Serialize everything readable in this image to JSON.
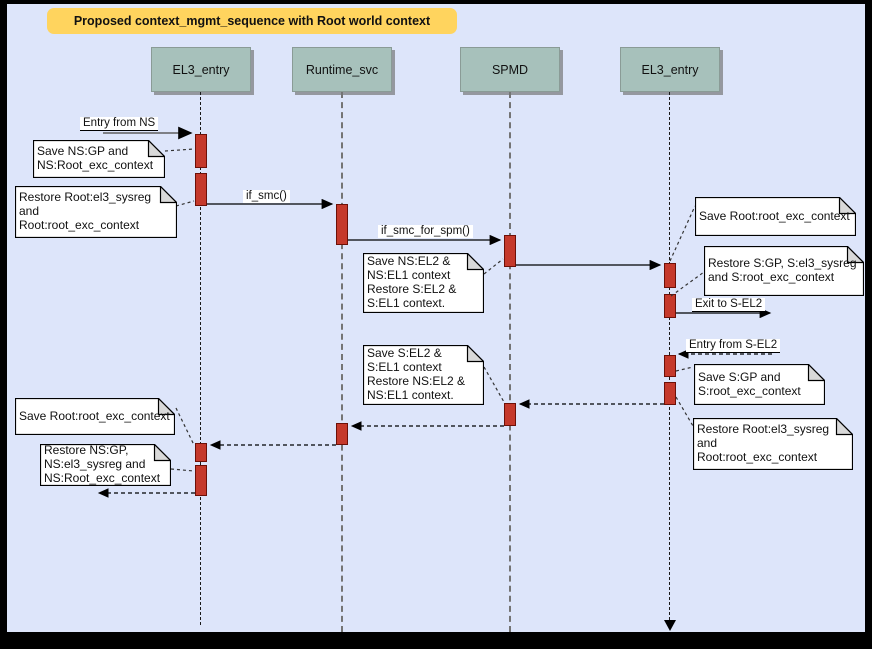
{
  "title": "Proposed context_mgmt_sequence with Root world context",
  "actors": [
    {
      "name": "EL3_entry"
    },
    {
      "name": "Runtime_svc"
    },
    {
      "name": "SPMD"
    },
    {
      "name": "EL3_entry"
    }
  ],
  "messages": {
    "entry_from_ns": "Entry from NS",
    "if_smc": "if_smc()",
    "if_smc_for_spm": "if_smc_for_spm()",
    "exit_to_sel2": "Exit to S-EL2",
    "entry_from_sel2": "Entry from S-EL2"
  },
  "notes": [
    {
      "id": "save-ns-gp",
      "text": "Save NS:GP and\nNS:Root_exc_context"
    },
    {
      "id": "restore-root-sysreg-left",
      "text": "Restore Root:el3_sysreg\nand\nRoot:root_exc_context"
    },
    {
      "id": "save-ns-el2",
      "text": "Save NS:EL2 &\nNS:EL1 context\nRestore S:EL2 &\nS:EL1 context."
    },
    {
      "id": "save-root-exc-right",
      "text": "Save Root:root_exc_context"
    },
    {
      "id": "restore-s-gp",
      "text": "Restore S:GP, S:el3_sysreg\nand S:root_exc_context"
    },
    {
      "id": "save-s-gp",
      "text": "Save S:GP and\nS:root_exc_context"
    },
    {
      "id": "restore-root-sysreg-right",
      "text": "Restore Root:el3_sysreg\nand\nRoot:root_exc_context"
    },
    {
      "id": "save-s-el2",
      "text": "Save S:EL2 &\nS:EL1 context\nRestore NS:EL2 &\nNS:EL1 context."
    },
    {
      "id": "save-root-exc-left",
      "text": "Save Root:root_exc_context"
    },
    {
      "id": "restore-ns-gp",
      "text": "Restore NS:GP,\nNS:el3_sysreg and\nNS:Root_exc_context"
    }
  ],
  "colors": {
    "background": "#dde5fa",
    "frame": "#000000",
    "title_bg": "#ffd45e",
    "actor_bg": "#a7c1bb",
    "activation_fill": "#c5392b",
    "activation_border": "#6d1007",
    "note_bg": "#ffffff",
    "lifeline_gray": "#747474"
  }
}
